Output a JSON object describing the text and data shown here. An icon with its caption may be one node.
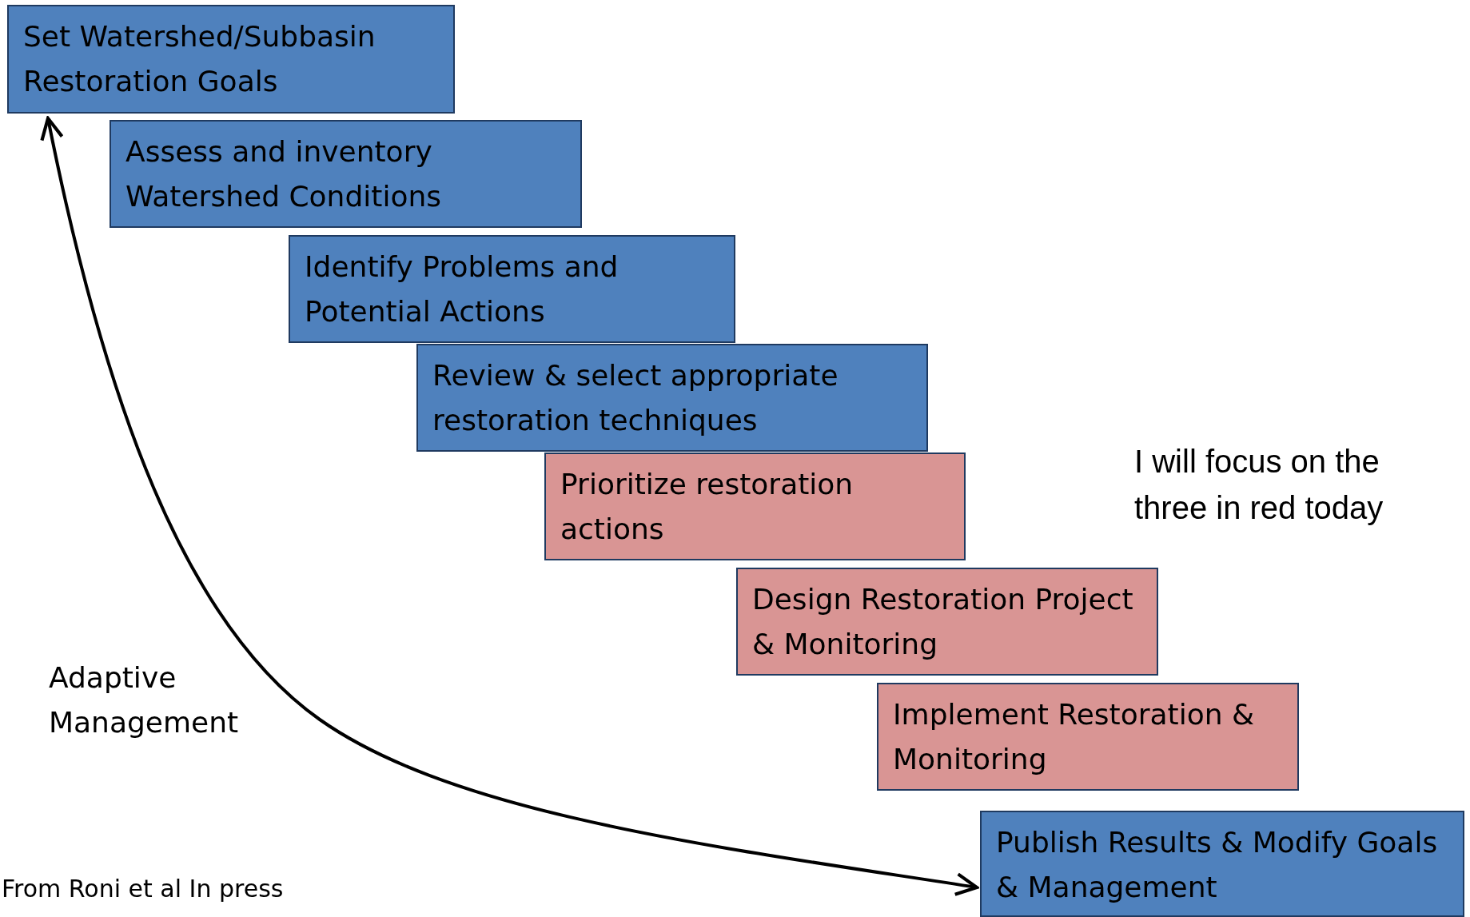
{
  "diagram": {
    "nodes": [
      {
        "text": [
          "Set Watershed/Subbasin Restoration Goals"
        ]
      },
      {
        "text": [
          "Assess and inventory Watershed Conditions"
        ]
      },
      {
        "text": [
          "Identify Problems and Potential Actions"
        ]
      },
      {
        "text": [
          "Review & select appropriate restoration techniques"
        ]
      },
      {
        "text": [
          "Prioritize  restoration actions"
        ]
      },
      {
        "text": [
          "Design Restoration Project & Monitoring"
        ]
      },
      {
        "text": [
          "Implement Restoration & Monitoring"
        ]
      },
      {
        "text": [
          "Publish Results & Modify Goals & Management"
        ]
      }
    ],
    "edges": [
      {
        "from": 0,
        "to": 7,
        "arrow": "both"
      }
    ],
    "labels": [
      "Adaptive Management",
      "I will focus on the three in red today",
      "From Roni et al In press"
    ]
  }
}
